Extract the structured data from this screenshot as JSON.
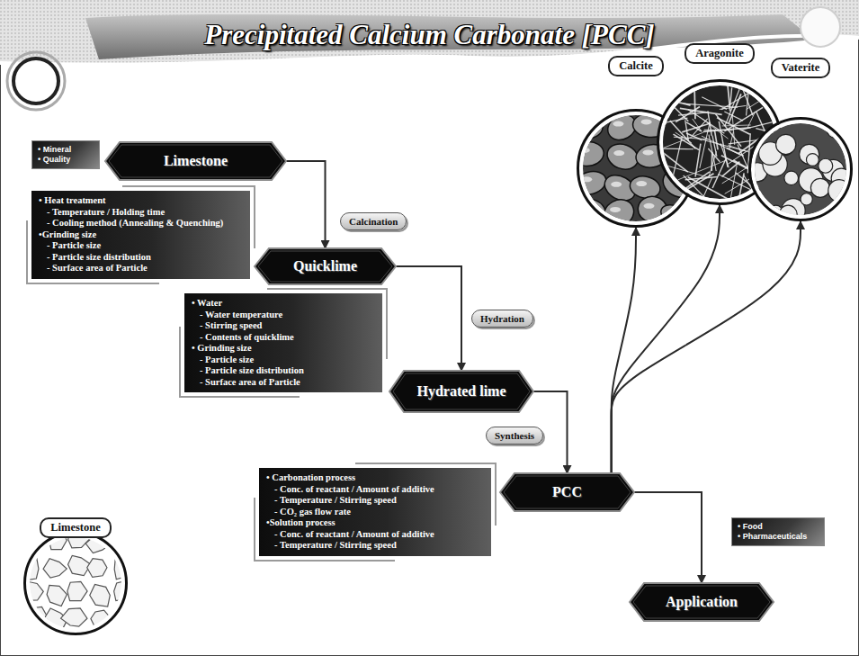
{
  "diagram": {
    "title": "Precipitated Calcium Carbonate [PCC]",
    "nodes": [
      {
        "text": [
          "• Mineral",
          "• Quality"
        ]
      },
      {
        "text": [
          "Limestone"
        ]
      },
      {
        "text": [
          "• Heat treatment",
          "- Temperature / Holding time",
          "- Cooling method (Annealing & Quenching)",
          "•Grinding size",
          "- Particle size",
          "- Particle size distribution",
          "- Surface area of Particle"
        ]
      },
      {
        "text": [
          "Quicklime"
        ]
      },
      {
        "text": [
          "• Water",
          "- Water temperature",
          "- Stirring speed",
          "- Contents of quicklime",
          "• Grinding size",
          "- Particle size",
          "- Particle size distribution",
          "- Surface area of Particle"
        ]
      },
      {
        "text": [
          "Hydrated lime"
        ]
      },
      {
        "text": [
          "PCC"
        ]
      },
      {
        "text": [
          "• Carbonation process",
          "- Conc. of reactant / Amount of additive",
          "- Temperature / Stirring speed",
          "- CO₂ gas flow rate",
          "•Solution process",
          "- Conc. of reactant / Amount of additive",
          "- Temperature / Stirring speed"
        ]
      },
      {
        "text": [
          "• Food",
          "• Pharmaceuticals"
        ]
      },
      {
        "text": [
          "Application"
        ]
      },
      {
        "text": [
          "Calcite"
        ]
      },
      {
        "text": [
          "Aragonite"
        ]
      },
      {
        "text": [
          "Vaterite"
        ]
      },
      {
        "text": [
          "Limestone"
        ]
      }
    ],
    "edges": [
      {
        "from": 1,
        "to": 3,
        "label": "Calcination",
        "arrow": "to"
      },
      {
        "from": 3,
        "to": 5,
        "label": "Hydration",
        "arrow": "to"
      },
      {
        "from": 5,
        "to": 6,
        "label": "Synthesis",
        "arrow": "to"
      },
      {
        "from": 6,
        "to": 9,
        "arrow": "to"
      },
      {
        "from": 6,
        "to": 10,
        "arrow": "to"
      },
      {
        "from": 6,
        "to": 11,
        "arrow": "to"
      },
      {
        "from": 6,
        "to": 12,
        "arrow": "to"
      }
    ]
  }
}
